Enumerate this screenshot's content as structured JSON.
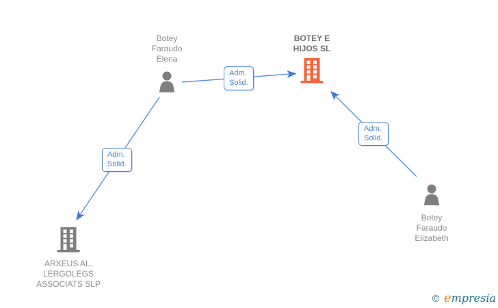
{
  "colors": {
    "edge_blue": "#4a86d8",
    "line_blue": "#5b90dc",
    "arrowhead_blue": "#3f79d2",
    "node_gray": "#7f7f7f",
    "highlight_orange": "#f4643c",
    "label_gray": "#8b8b8b",
    "title_gray": "#6e6e6e",
    "logo_teal": "#1f7288",
    "logo_orange": "#f08018"
  },
  "diagram": {
    "nodes": [
      {
        "id": "person-elena",
        "type": "person",
        "icon": "person-icon",
        "lines": [
          "Botey",
          "Faraudo",
          "Elena"
        ]
      },
      {
        "id": "company-botey-e-hijos",
        "type": "company",
        "icon": "building-icon",
        "highlighted": true,
        "lines": [
          "BOTEY E",
          "HIJOS SL"
        ]
      },
      {
        "id": "company-arxeus",
        "type": "company",
        "icon": "building-icon",
        "lines": [
          "ARXEUS AL.",
          "LERGOLEGS",
          "ASSOCIATS SLP"
        ]
      },
      {
        "id": "person-elizabeth",
        "type": "person",
        "icon": "person-icon",
        "lines": [
          "Botey",
          "Faraudo",
          "Elizabeth"
        ]
      }
    ],
    "edges": [
      {
        "from": "person-elena",
        "to": "company-botey-e-hijos",
        "label_lines": [
          "Adm.",
          "Solid."
        ]
      },
      {
        "from": "person-elena",
        "to": "company-arxeus",
        "label_lines": [
          "Adm.",
          "Solid."
        ]
      },
      {
        "from": "person-elizabeth",
        "to": "company-botey-e-hijos",
        "label_lines": [
          "Adm.",
          "Solid."
        ]
      }
    ]
  },
  "watermark": {
    "copyright_symbol": "©",
    "brand_initial": "e",
    "brand_rest": "mpresia"
  }
}
